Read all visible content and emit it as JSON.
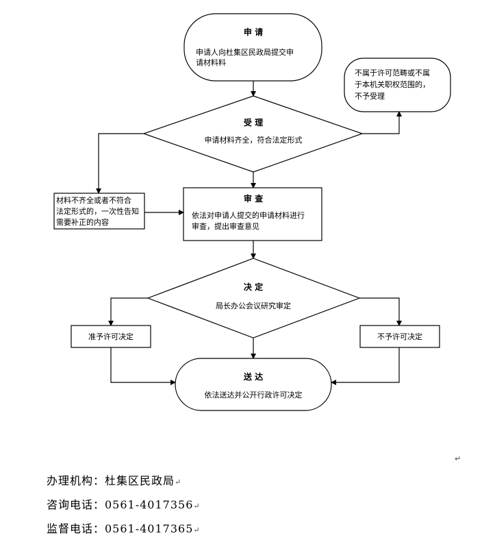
{
  "flowchart": {
    "apply": {
      "title": "申 请",
      "text_line1": "申请人向杜集区民政局提交申",
      "text_line2": "请材料料"
    },
    "reject_scope": {
      "line1": "不属于许可范畴或不属",
      "line2": "于本机关职权范围的，",
      "line3": "不予受理"
    },
    "accept": {
      "title": "受 理",
      "text": "申请材料齐全，符合法定形式"
    },
    "incomplete": {
      "line1": "材料不齐全或者不符合",
      "line2": "法定形式的，一次性告知",
      "line3": "需要补正的内容"
    },
    "review": {
      "title": "审 查",
      "text_line1": "依法对申请人提交的申请材料进行",
      "text_line2": "审查，提出审查意见"
    },
    "decide": {
      "title": "决 定",
      "text": "局长办公会议研究审定"
    },
    "approve": {
      "text": "准予许可决定"
    },
    "deny": {
      "text": "不予许可决定"
    },
    "deliver": {
      "title": "送 达",
      "text": "依法送达并公开行政许可决定"
    }
  },
  "footer": {
    "agency": "办理机构：杜集区民政局",
    "consult": "咨询电话：0561-4017356",
    "supervise": "监督电话：0561-4017365"
  },
  "paragraph_mark": "↵"
}
